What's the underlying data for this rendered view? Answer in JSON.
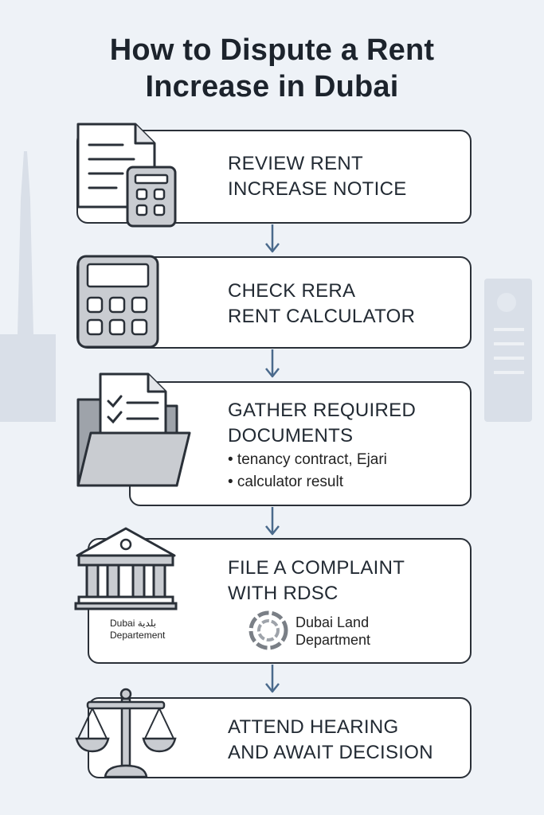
{
  "title": {
    "line1": "How to Dispute a Rent",
    "line2": "Increase in Dubai"
  },
  "steps": [
    {
      "line1": "REVIEW RENT",
      "line2": "INCREASE NOTICE",
      "icon": "document-calculator-icon"
    },
    {
      "line1": "CHECK RERA",
      "line2": "RENT CALCULATOR",
      "icon": "calculator-icon"
    },
    {
      "line1": "GATHER REQUIRED",
      "line2": "DOCUMENTS",
      "icon": "folder-checklist-icon",
      "bullets": [
        "• tenancy contract, Ejari",
        "• calculator result"
      ]
    },
    {
      "line1": "FILE A COMPLAINT",
      "line2": "WITH RDSC",
      "icon": "courthouse-icon",
      "logo_left": {
        "line1": "Dubai بلدية",
        "line2": "Departement"
      },
      "logo_right": {
        "line1": "Dubai Land",
        "line2": "Department"
      }
    },
    {
      "line1": "ATTEND HEARING",
      "line2": "AND AWAIT DECISION",
      "icon": "scales-of-justice-icon"
    }
  ],
  "colors": {
    "card_border": "#2a3038",
    "arrow": "#4a6a8c",
    "background": "#eef2f7",
    "icon_fill": "#c9ccd1"
  }
}
